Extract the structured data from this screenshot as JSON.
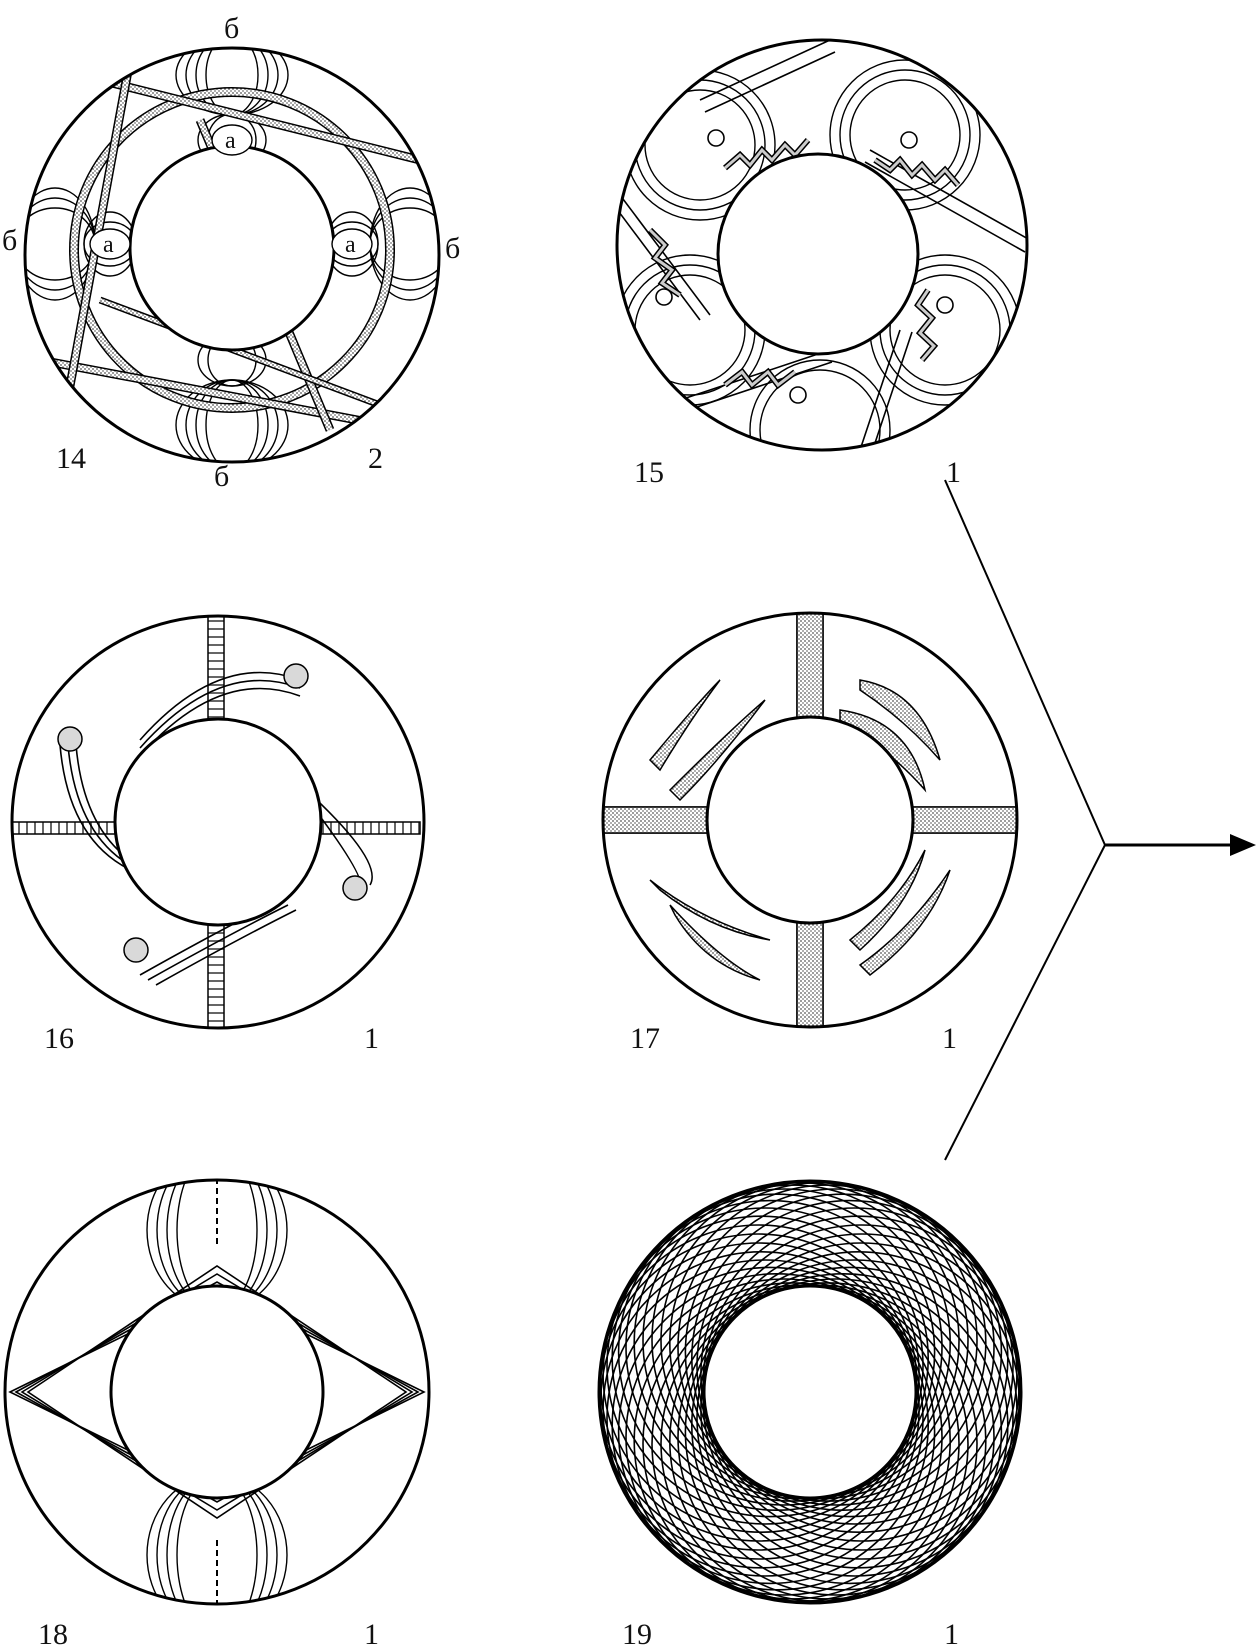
{
  "figure": {
    "panels": [
      {
        "id": "14",
        "number": "14",
        "count": "2",
        "markers": {
          "top": "б",
          "right": "б",
          "bottom": "б",
          "left": "б"
        },
        "inner_marks": [
          "а",
          "а",
          "а"
        ]
      },
      {
        "id": "15",
        "number": "15",
        "count": "1"
      },
      {
        "id": "16",
        "number": "16",
        "count": "1"
      },
      {
        "id": "17",
        "number": "17",
        "count": "1"
      },
      {
        "id": "18",
        "number": "18",
        "count": "1"
      },
      {
        "id": "19",
        "number": "19",
        "count": "1"
      }
    ]
  }
}
